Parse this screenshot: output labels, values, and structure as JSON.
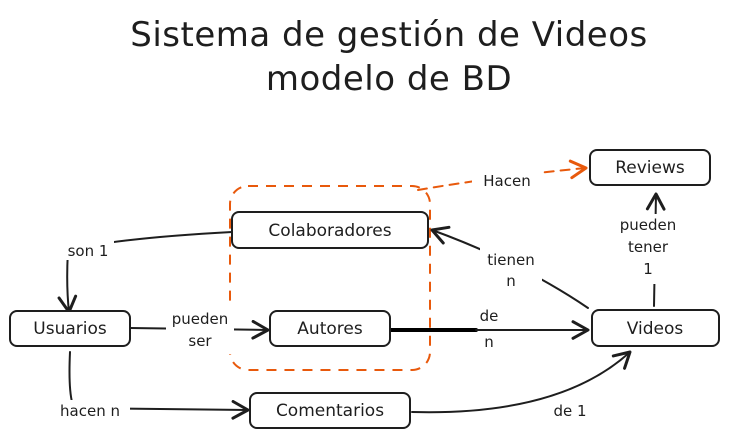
{
  "diagram": {
    "title_lines": [
      "Sistema de gestión de Videos",
      "modelo de BD"
    ],
    "colors": {
      "ink": "#1e1e1e",
      "accent": "#e8590c"
    },
    "nodes": {
      "reviews": "Reviews",
      "colaboradores": "Colaboradores",
      "usuarios": "Usuarios",
      "autores": "Autores",
      "videos": "Videos",
      "comentarios": "Comentarios"
    },
    "edges": {
      "hacen_reviews": "Hacen",
      "son": "son 1",
      "tienen_1": "tienen",
      "tienen_2": "n",
      "pueden_tener_1": "pueden",
      "pueden_tener_2": "tener",
      "pueden_tener_3": "1",
      "pueden_ser_1": "pueden",
      "pueden_ser_2": "ser",
      "de_1": "de",
      "de_2": "n",
      "hacen_n": "hacen n",
      "de_uno": "de 1"
    }
  }
}
